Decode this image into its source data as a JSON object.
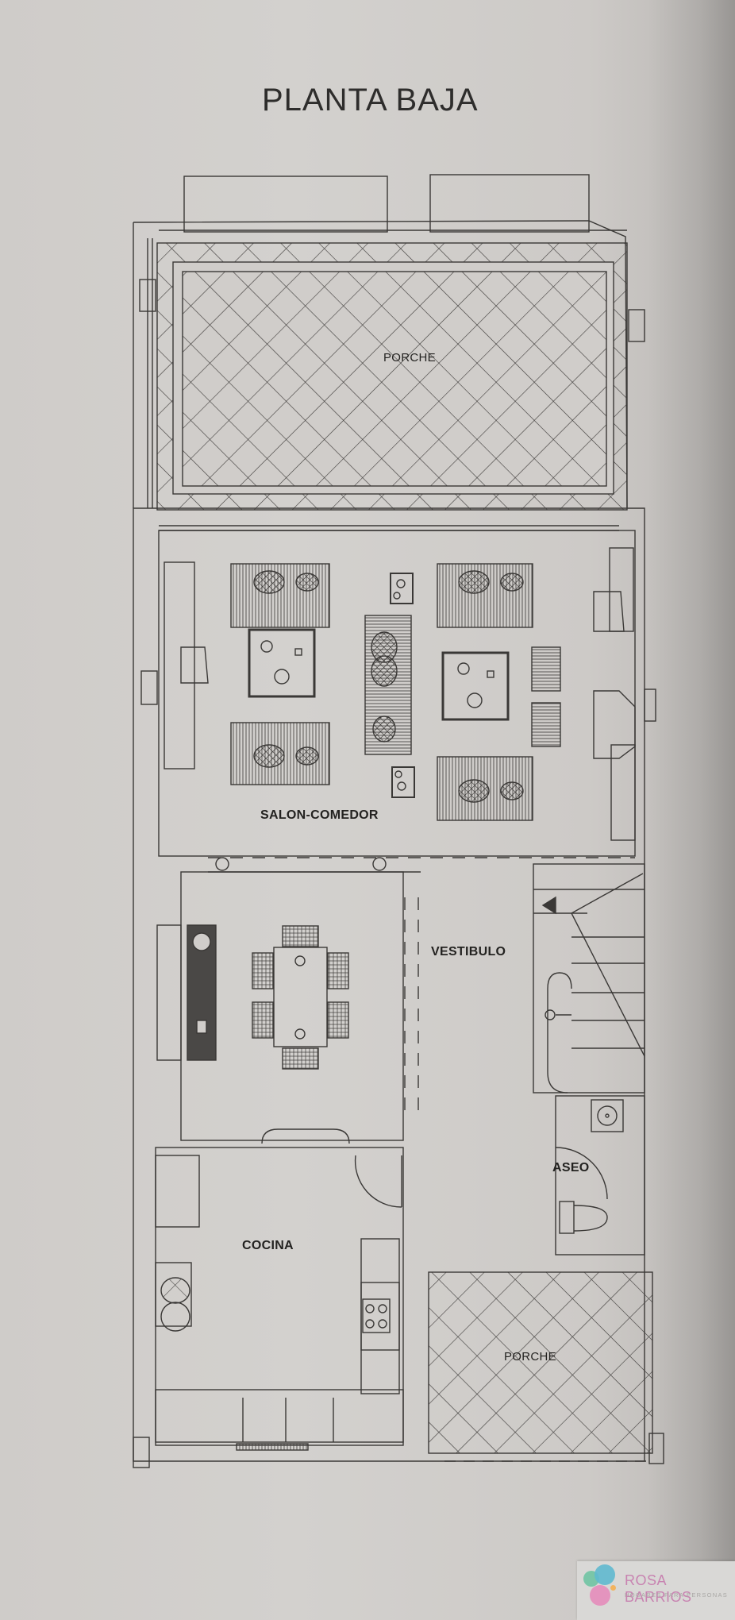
{
  "title": "PLANTA BAJA",
  "rooms": {
    "porche_front": "PORCHE",
    "salon_comedor": "SALON-COMEDOR",
    "vestibulo": "VESTIBULO",
    "aseo": "ASEO",
    "cocina": "COCINA",
    "porche_back": "PORCHE"
  },
  "watermark": {
    "name": "ROSA BARRIOS",
    "tagline": "HOGARES PARA PERSONAS",
    "colors": {
      "green": "#6fc4a3",
      "blue": "#5fb9cf",
      "pink": "#e48dbb",
      "orange": "#f2b35f",
      "text": "#c883b1"
    }
  },
  "colors": {
    "paper": "#d0cdca",
    "ink": "#3a3836"
  }
}
